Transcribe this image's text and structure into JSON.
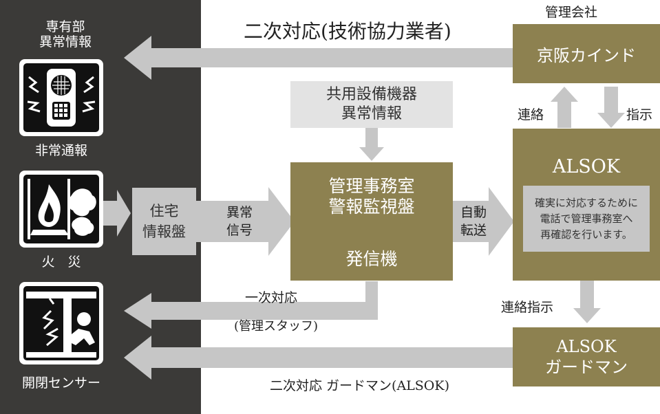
{
  "left_panel": {
    "header": "専有部\n異常情報",
    "items": [
      {
        "label": "非常通報",
        "icon": "alarm-device-icon"
      },
      {
        "label": "火　災",
        "icon": "fire-icon"
      },
      {
        "label": "開閉センサー",
        "icon": "door-sensor-icon"
      }
    ]
  },
  "nodes": {
    "housing_panel": "住宅\n情報盤",
    "common_equipment": "共用設備機器\n異常情報",
    "office_title": "管理事務室\n警報監視盤",
    "transmitter": "発信機",
    "company_label": "管理会社",
    "keihan": "京阪カインド",
    "alsok_title": "ALSOK",
    "alsok_note": "確実に対応するために\n電話で管理事務室へ\n再確認を行います。",
    "guardman": "ALSOK\nガードマン"
  },
  "arrows": {
    "secondary_top": "二次対応(技術協力業者)",
    "abnormal_signal": "異常\n信号",
    "auto_transfer": "自動\n転送",
    "contact": "連絡",
    "instruction": "指示",
    "contact_instruction": "連絡指示",
    "primary": "一次対応",
    "primary_sub": "(管理スタッフ)",
    "secondary_bottom": "二次対応 ガードマン(ALSOK)"
  },
  "colors": {
    "panel": "#3b3a38",
    "gold": "#8d8150",
    "arrow": "#c6c6c6",
    "light_box": "#e3e3e3"
  }
}
